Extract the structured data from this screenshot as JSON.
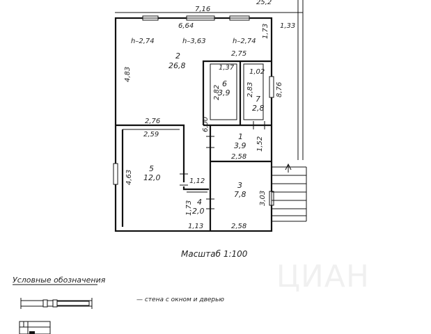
{
  "plan": {
    "top_labels": {
      "left": "7,16",
      "right": "25,2"
    },
    "heights": [
      "h–2,74",
      "h–3,63",
      "h–2,74"
    ],
    "rooms": [
      {
        "num": "2",
        "area": "26,8"
      },
      {
        "num": "6",
        "area": "3,9"
      },
      {
        "num": "7",
        "area": "2,8"
      },
      {
        "num": "1",
        "area": "3,9"
      },
      {
        "num": "5",
        "area": "12,0"
      },
      {
        "num": "3",
        "area": "7,8"
      },
      {
        "num": "4",
        "area": "2,0"
      }
    ],
    "dims": {
      "d664": "6,64",
      "d173a": "1,73",
      "d133": "1,33",
      "d275": "2,75",
      "d483": "4,83",
      "d137": "1,37",
      "d102": "1,02",
      "d282": "2,82",
      "d283": "2,83",
      "d876": "8,76",
      "d276": "2,76",
      "d600": "6,00",
      "d259": "2,59",
      "d152": "1,52",
      "d258a": "2,58",
      "d463": "4,63",
      "d112": "1,12",
      "d303": "3,03",
      "d173b": "1,73",
      "d113": "1,13",
      "d258b": "2,58"
    }
  },
  "scale_label": "Масштаб  1:100",
  "legend": {
    "title": "Условные обозначения",
    "item1": "—  стена с окном и дверью"
  },
  "watermark": "ЦИАН"
}
